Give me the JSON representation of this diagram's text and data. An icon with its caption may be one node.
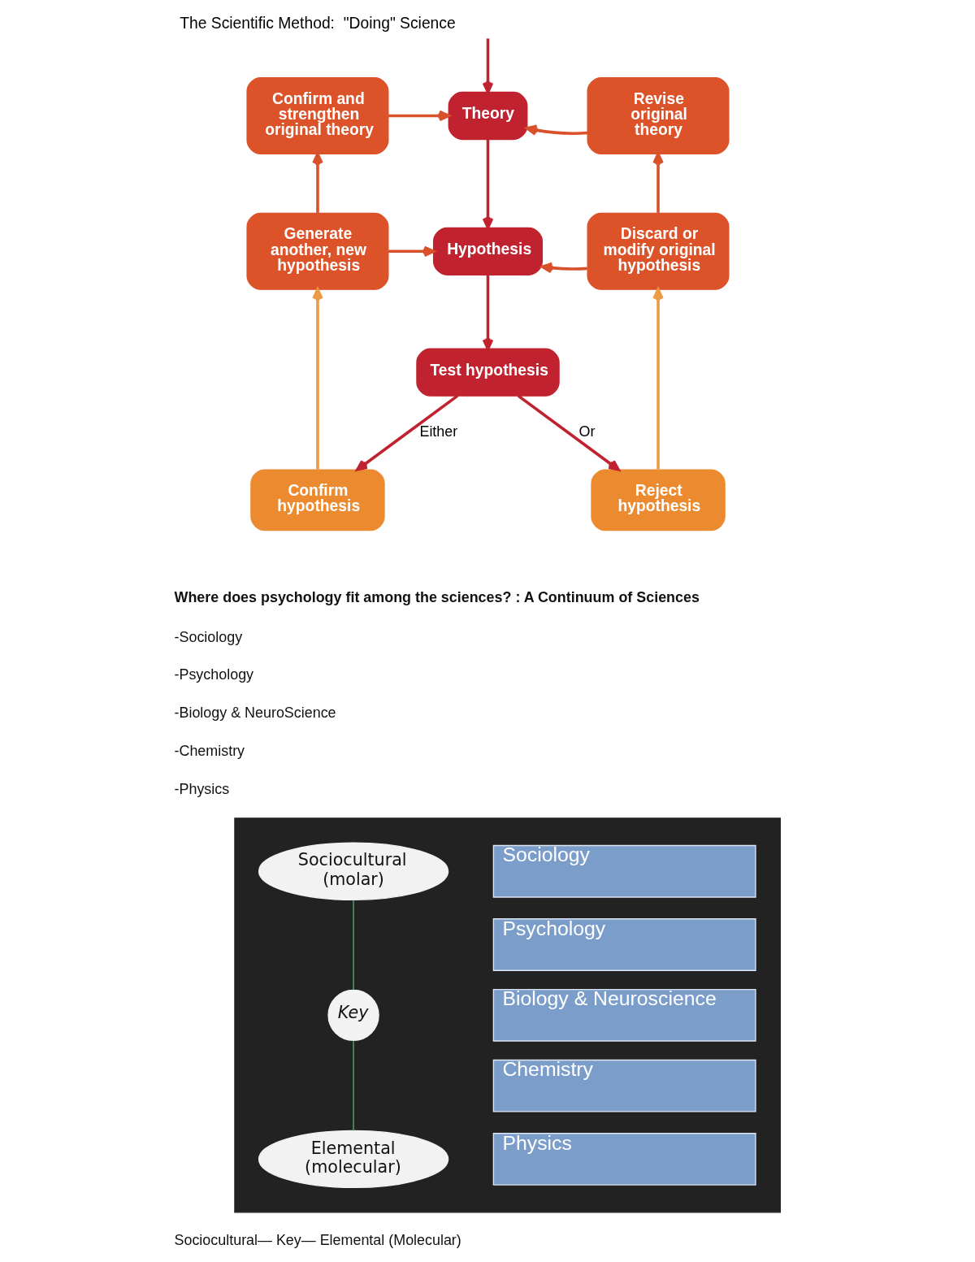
{
  "diagram": {
    "title": "The Scientific Method:  \"Doing\" Science",
    "nodes": [
      {
        "text": [
          "Confirm and strengthen original theory"
        ]
      },
      {
        "text": [
          "Theory"
        ]
      },
      {
        "text": [
          "Revise original theory"
        ]
      },
      {
        "text": [
          "Generate another, new hypothesis"
        ]
      },
      {
        "text": [
          "Hypothesis"
        ]
      },
      {
        "text": [
          "Discard or modify original hypothesis"
        ]
      },
      {
        "text": [
          "Test hypothesis"
        ]
      },
      {
        "text": [
          "Confirm hypothesis"
        ]
      },
      {
        "text": [
          "Reject hypothesis"
        ]
      },
      {
        "text": [],
        "shape": "box"
      },
      {
        "text": [
          "Sociocultural (molar)"
        ],
        "in": 9
      },
      {
        "text": [
          "Key"
        ],
        "in": 9
      },
      {
        "text": [
          "Elemental (molecular)"
        ],
        "in": 9
      },
      {
        "text": [
          "Sociology"
        ],
        "in": 9
      },
      {
        "text": [
          "Psychology"
        ],
        "in": 9
      },
      {
        "text": [
          "Biology & Neuroscience"
        ],
        "in": 9
      },
      {
        "text": [
          "Chemistry"
        ],
        "in": 9
      },
      {
        "text": [
          "Physics"
        ],
        "in": 9
      }
    ],
    "edges": [
      {
        "from": null,
        "to": 1,
        "arrow": "to",
        "color": "#c0222f"
      },
      {
        "from": 0,
        "to": 1,
        "arrow": "to"
      },
      {
        "from": 2,
        "to": 1,
        "arrow": "to"
      },
      {
        "from": 1,
        "to": 4,
        "arrow": "to",
        "color": "#c0222f"
      },
      {
        "from": 3,
        "to": 4,
        "arrow": "to"
      },
      {
        "from": 5,
        "to": 4,
        "arrow": "to"
      },
      {
        "from": 4,
        "to": 6,
        "arrow": "to",
        "color": "#c0222f"
      },
      {
        "from": 6,
        "to": 7,
        "arrow": "to",
        "label": "Either",
        "color": "#c0222f"
      },
      {
        "from": 6,
        "to": 8,
        "arrow": "to",
        "label": "Or",
        "color": "#c0222f"
      },
      {
        "from": 7,
        "to": 3,
        "arrow": "to",
        "color": "#eb9a45"
      },
      {
        "from": 3,
        "to": 0,
        "arrow": "to"
      },
      {
        "from": 8,
        "to": 5,
        "arrow": "to",
        "color": "#eb9a45"
      },
      {
        "from": 5,
        "to": 2,
        "arrow": "to"
      },
      {
        "from": 10,
        "to": 11,
        "arrow": "none",
        "color": "#3f9a5e"
      },
      {
        "from": 11,
        "to": 12,
        "arrow": "none",
        "color": "#3f9a5e"
      }
    ],
    "labels": [
      "Where does psychology fit among the sciences? : A Continuum of Sciences",
      "-Sociology",
      "-Psychology",
      "-Biology & NeuroScience",
      "-Chemistry",
      "-Physics",
      "Sociocultural— Key— Elemental (Molecular)"
    ]
  }
}
